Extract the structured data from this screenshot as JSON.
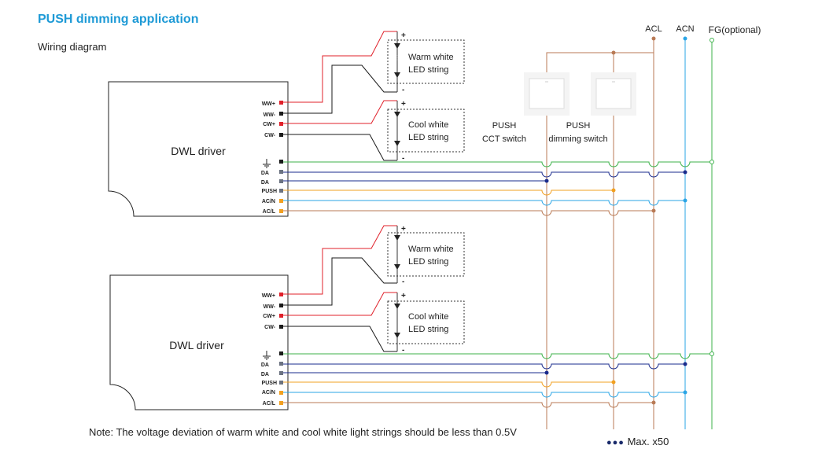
{
  "header": {
    "title": "PUSH dimming application",
    "subtitle": "Wiring diagram"
  },
  "drivers": [
    {
      "label": "DWL driver",
      "terminals": [
        "WW+",
        "WW-",
        "CW+",
        "CW-",
        "",
        "DA",
        "DA",
        "PUSH",
        "AC/N",
        "AC/L"
      ]
    },
    {
      "label": "DWL driver",
      "terminals": [
        "WW+",
        "WW-",
        "CW+",
        "CW-",
        "",
        "DA",
        "DA",
        "PUSH",
        "AC/N",
        "AC/L"
      ]
    }
  ],
  "led_strings": {
    "warm": [
      "Warm white",
      "LED string"
    ],
    "cool": [
      "Cool white",
      "LED string"
    ],
    "plus": "+",
    "minus": "-"
  },
  "switches": {
    "cct": [
      "PUSH",
      "CCT switch"
    ],
    "dimming": [
      "PUSH",
      "dimming switch"
    ]
  },
  "bus_labels": {
    "acl": "ACL",
    "acn": "ACN",
    "fg": "FG(optional)"
  },
  "note": "Note: The voltage deviation of warm white and cool white light strings should be less than 0.5V",
  "max_note": {
    "dots": "●●●",
    "text": "Max. x50"
  },
  "colors": {
    "title": "#1e9ad6",
    "led_positive": "#e0202a",
    "led_negative": "#1a1a1a",
    "earth_fg": "#3cb24a",
    "da_bus": "#1a2b8c",
    "push": "#f2a020",
    "neutral_acn": "#2aa5e6",
    "live_acl": "#b97a55",
    "terminal_gray": "#6b7280"
  }
}
